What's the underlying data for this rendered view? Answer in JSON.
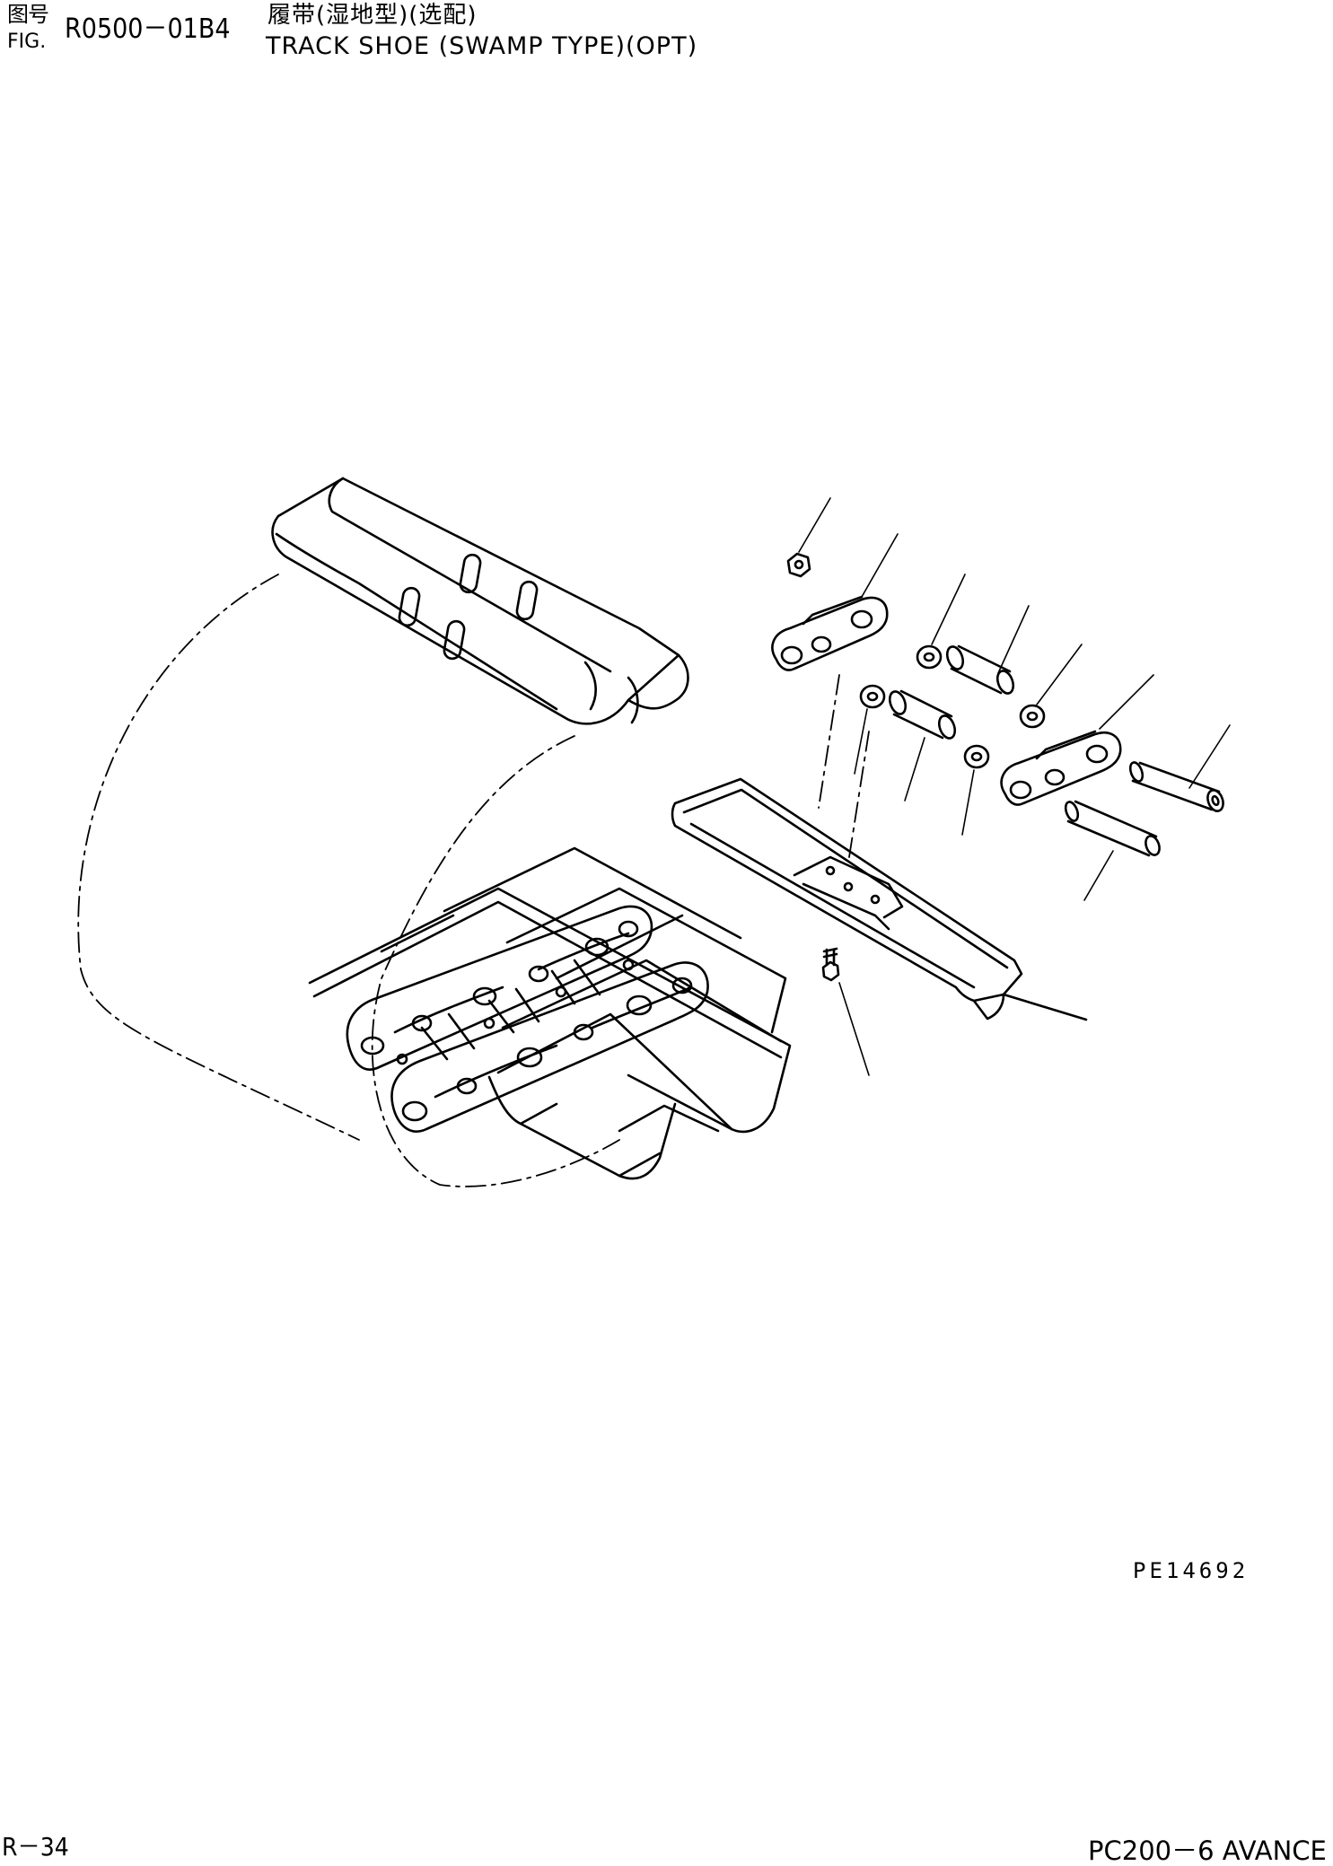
{
  "header": {
    "label_cn": "图号",
    "label_fig": "FIG.",
    "figure_number": "R0500－01B4",
    "title_cn": "履带(湿地型)(选配)",
    "title_en": "TRACK SHOE (SWAMP TYPE)(OPT)"
  },
  "diagram": {
    "drawing_ref": "PE14692"
  },
  "footer": {
    "page": "R－34",
    "model": "PC200－6 AVANCE"
  }
}
